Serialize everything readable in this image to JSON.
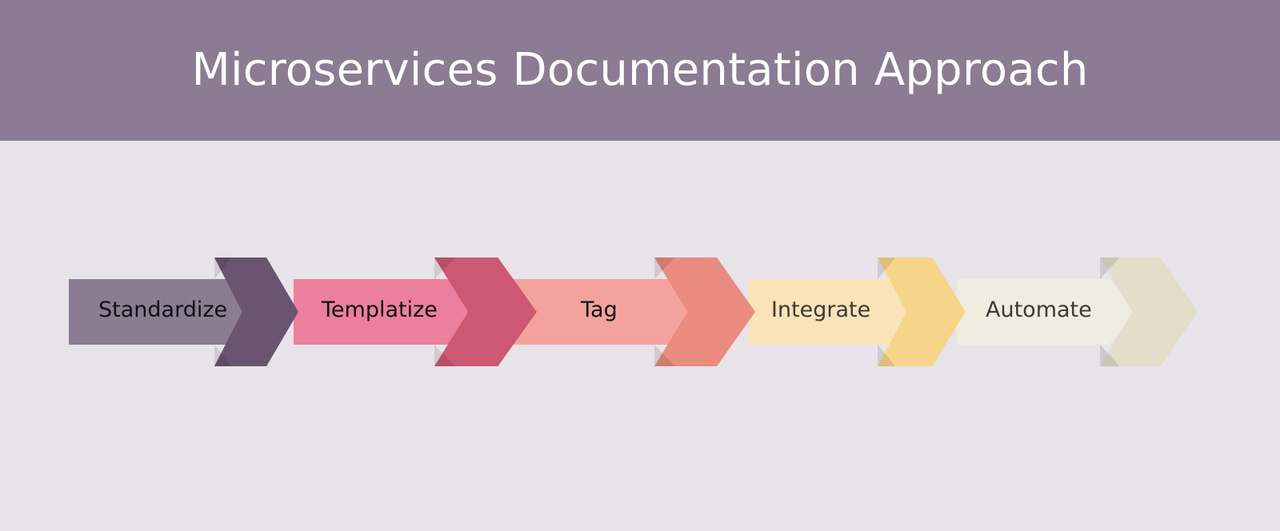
{
  "header": {
    "title": "Microservices Documentation Approach",
    "background_color": "#8b7b93",
    "text_color": "#ffffff"
  },
  "canvas": {
    "background_color": "#e8e3e8"
  },
  "chart_data": {
    "type": "process-flow",
    "title": "Microservices Documentation Approach",
    "orientation": "horizontal",
    "step_count": 5,
    "steps": [
      {
        "index": 1,
        "label": "Standardize",
        "body_color": "#8b7d91",
        "head_color": "#6b5470",
        "label_color": "#111111"
      },
      {
        "index": 2,
        "label": "Templatize",
        "body_color": "#ec7f9e",
        "head_color": "#cd5874",
        "label_color": "#111111"
      },
      {
        "index": 3,
        "label": "Tag",
        "body_color": "#f3a39c",
        "head_color": "#e98b7f",
        "label_color": "#111111"
      },
      {
        "index": 4,
        "label": "Integrate",
        "body_color": "#fae3b8",
        "head_color": "#f6d58a",
        "label_color": "#3a3a3a"
      },
      {
        "index": 5,
        "label": "Automate",
        "body_color": "#efece0",
        "head_color": "#e3ddc9",
        "label_color": "#3a3a3a"
      }
    ]
  }
}
